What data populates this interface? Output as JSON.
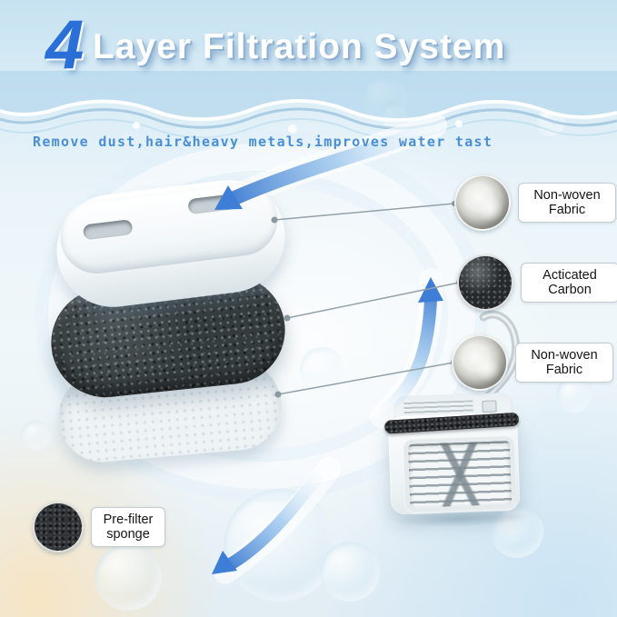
{
  "header": {
    "title_number": "4",
    "title_text": "Layer Filtration System",
    "tagline": "Remove dust,hair&heavy metals,improves water tast"
  },
  "callouts": [
    {
      "label": "Non-woven Fabric",
      "swatch": "cotton"
    },
    {
      "label": "Acticated Carbon",
      "swatch": "activated-carbon"
    },
    {
      "label": "Non-woven Fabric",
      "swatch": "cotton"
    },
    {
      "label": "Pre-filter sponge",
      "swatch": "sponge"
    }
  ],
  "colors": {
    "accent_blue": "#2a6fd8",
    "tagline_blue": "#4a8fd4",
    "arrow_blue": "#4584d8",
    "carbon_dark": "#343b3d",
    "background_top": "#c6e2f1"
  }
}
